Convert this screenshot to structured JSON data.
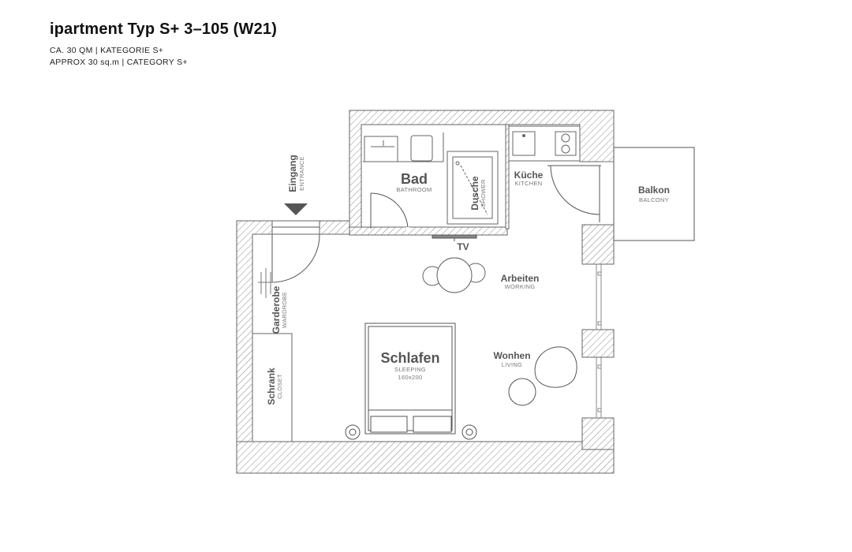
{
  "header": {
    "title": "ipartment Typ S+ 3–105 (W21)",
    "line1": "CA. 30 QM | KATEGORIE S+",
    "line2": "APPROX 30 sq.m | CATEGORY S+"
  },
  "rooms": {
    "bad": {
      "name": "Bad",
      "sub": "BATHROOM"
    },
    "dusche": {
      "name": "Dusche",
      "sub": "SHOWER"
    },
    "kueche": {
      "name": "Küche",
      "sub": "KITCHEN"
    },
    "balkon": {
      "name": "Balkon",
      "sub": "BALCONY"
    },
    "eingang": {
      "name": "Eingang",
      "sub": "ENTRANCE"
    },
    "tv": {
      "name": "TV"
    },
    "arbeiten": {
      "name": "Arbeiten",
      "sub": "WORKING"
    },
    "garderobe": {
      "name": "Garderobe",
      "sub": "WARDROBE"
    },
    "schlafen": {
      "name": "Schlafen",
      "sub": "SLEEPING",
      "size": "160x200"
    },
    "wohnen": {
      "name": "Wonhen",
      "sub": "LIVING"
    },
    "schrank": {
      "name": "Schrank",
      "sub": "CLOSET"
    }
  }
}
